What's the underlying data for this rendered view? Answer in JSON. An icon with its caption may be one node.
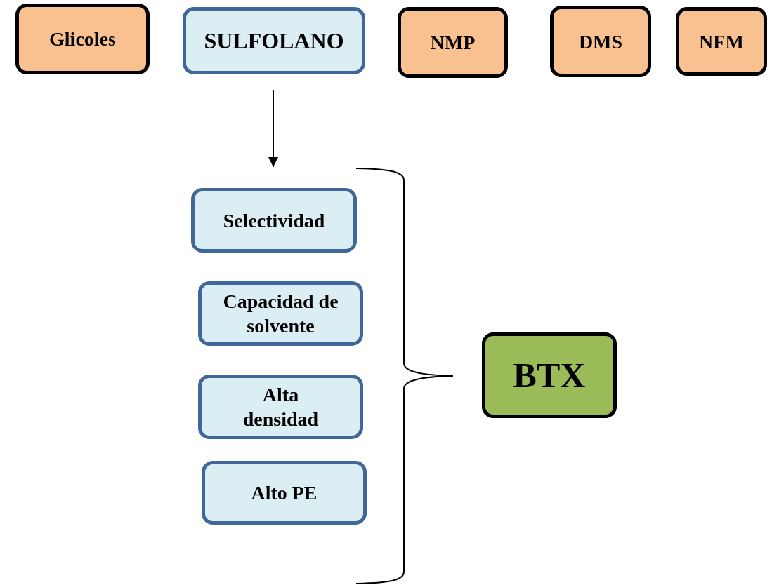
{
  "diagram": {
    "nodes": [
      {
        "text": [
          "Glicoles"
        ]
      },
      {
        "text": [
          "SULFOLANO"
        ]
      },
      {
        "text": [
          "NMP"
        ]
      },
      {
        "text": [
          "DMS"
        ]
      },
      {
        "text": [
          "NFM"
        ]
      },
      {
        "text": [
          "Selectividad"
        ]
      },
      {
        "text": [
          "Capacidad de solvente"
        ]
      },
      {
        "text": [
          "Alta densidad"
        ]
      },
      {
        "text": [
          "Alto PE"
        ]
      },
      {
        "text": [
          "BTX"
        ]
      }
    ],
    "edges": [
      {
        "from": 1,
        "to": 5,
        "arrow": "to"
      }
    ]
  }
}
